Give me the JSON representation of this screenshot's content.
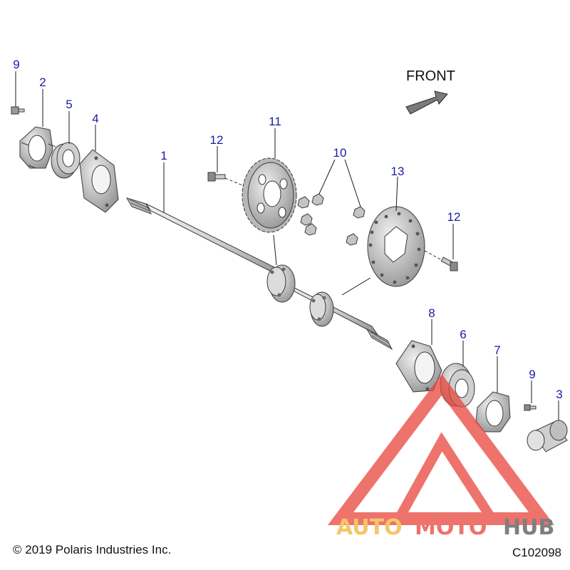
{
  "diagram": {
    "orientation_label": "FRONT",
    "callouts": {
      "c1": "1",
      "c2": "2",
      "c3": "3",
      "c4": "4",
      "c5": "5",
      "c6": "6",
      "c7": "7",
      "c8": "8",
      "c9a": "9",
      "c9b": "9",
      "c10": "10",
      "c11": "11",
      "c12a": "12",
      "c12b": "12",
      "c13": "13"
    }
  },
  "footer": {
    "copyright": "© 2019 Polaris Industries Inc.",
    "diagram_id": "C102098"
  },
  "watermark": {
    "word1": "AUTO",
    "word2": "MOTO",
    "word3": "HUB",
    "colors": {
      "primary": "#e8453c",
      "secondary": "#f3b23a",
      "dark": "#555555"
    }
  }
}
